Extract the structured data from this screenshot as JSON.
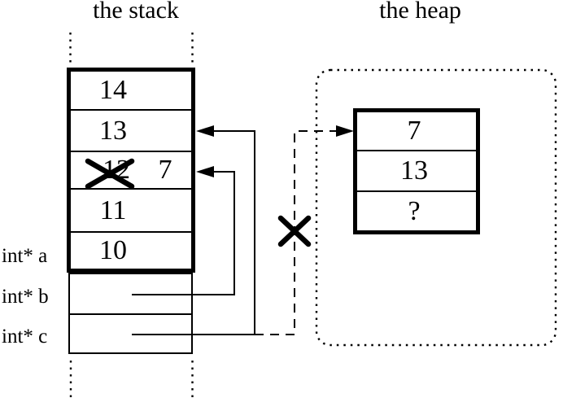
{
  "diagram": {
    "background_color": "#ffffff",
    "ink_color": "#000000"
  },
  "stack": {
    "title": "the stack",
    "cells": [
      {
        "value": "14"
      },
      {
        "value": "13"
      },
      {
        "old_value": "12",
        "new_value": "7",
        "crossed_out": true
      },
      {
        "value": "11"
      },
      {
        "value": "10"
      }
    ],
    "pointer_labels": [
      {
        "label": "int* a"
      },
      {
        "label": "int* b"
      },
      {
        "label": "int* c"
      }
    ]
  },
  "heap": {
    "title": "the heap",
    "cells": [
      {
        "value": "7"
      },
      {
        "value": "13"
      },
      {
        "value": "?"
      }
    ]
  }
}
